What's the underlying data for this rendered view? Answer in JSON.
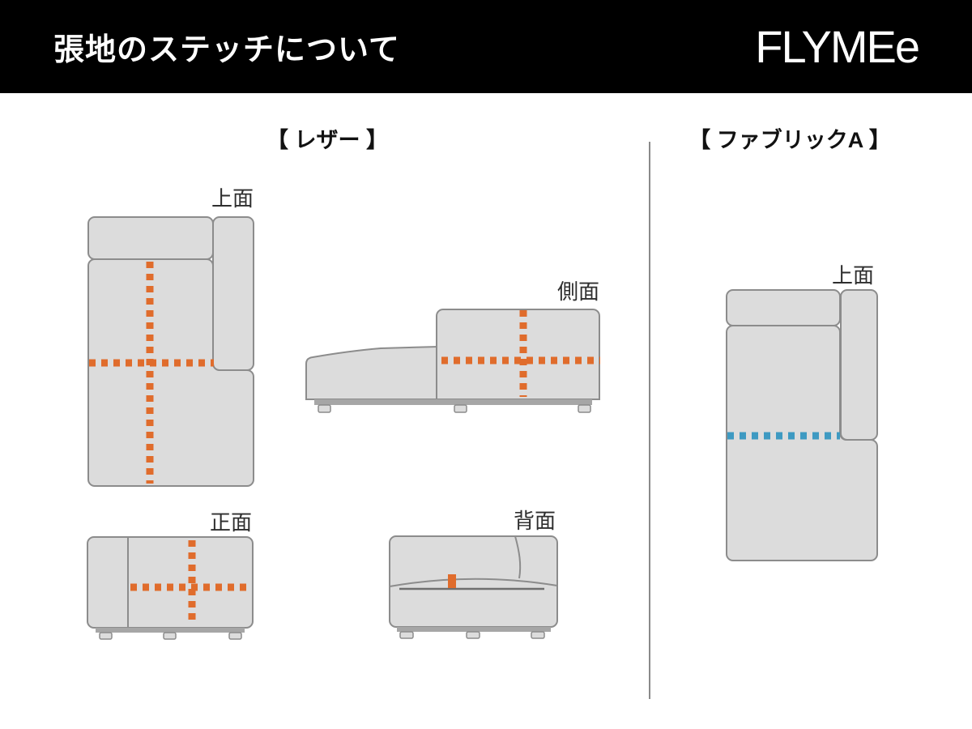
{
  "header": {
    "title": "張地のステッチについて",
    "logo": "FLYMEe"
  },
  "sections": {
    "leather": {
      "title": "【 レザー 】",
      "views": {
        "top": "上面",
        "side": "側面",
        "front": "正面",
        "back": "背面"
      }
    },
    "fabric": {
      "title": "【 ファブリックA 】",
      "views": {
        "top": "上面"
      }
    }
  },
  "colors": {
    "header_bg": "#000000",
    "panel_fill": "#dcdcdc",
    "panel_border": "#8c8c8c",
    "leather_stitch": "#e06c2c",
    "fabric_stitch": "#3e9ac2"
  }
}
